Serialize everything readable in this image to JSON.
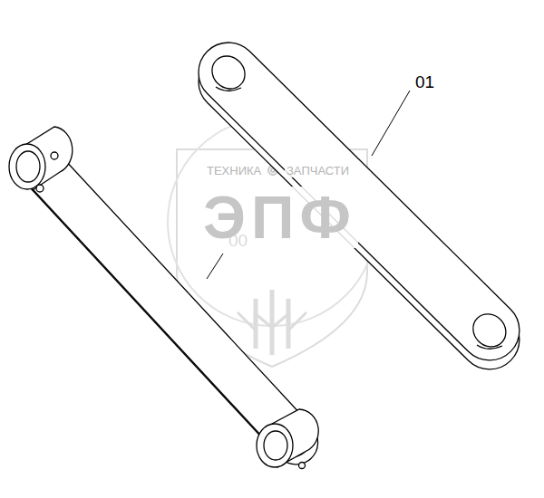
{
  "diagram": {
    "labels": [
      "01",
      "00",
      "ТЕХНИКА",
      "ЗАПЧАСТИ",
      "ЭПФ"
    ]
  }
}
